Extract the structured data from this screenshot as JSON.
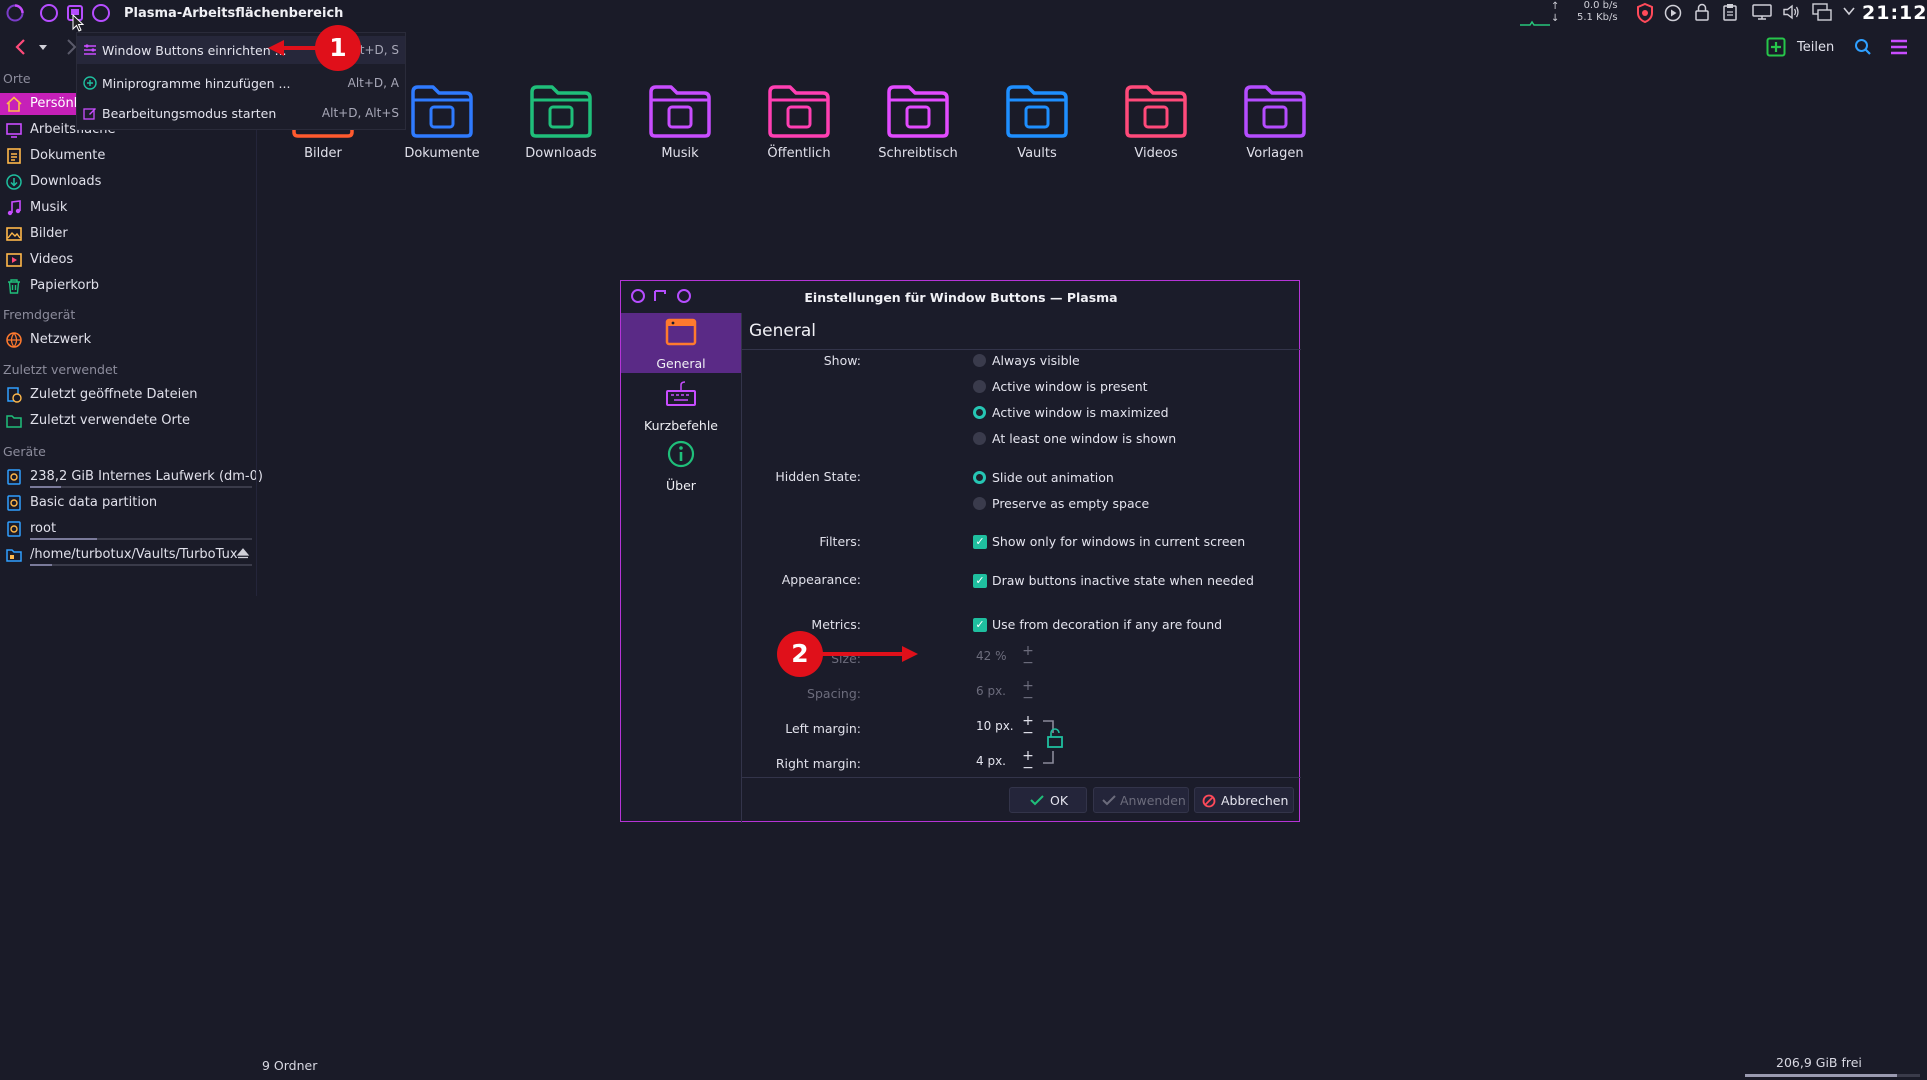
{
  "panel": {
    "title": "Plasma-Arbeitsflächenbereich",
    "net_up": "0.0 b/s",
    "net_down": "5.1 Kb/s",
    "clock": "21:12",
    "icons": [
      "plasma-logo-icon",
      "circle-button-icon",
      "window-button-icon",
      "circle-button-icon",
      "shield-icon",
      "play-icon",
      "lock-icon",
      "clipboard-icon",
      "display-icon",
      "volume-icon",
      "network-icon",
      "chevron-down-icon"
    ]
  },
  "toolbar": {
    "share_label": "Teilen",
    "icons": [
      "back-icon",
      "dropdown-icon",
      "forward-icon",
      "share-icon",
      "search-icon",
      "hamburger-menu-icon"
    ]
  },
  "context_menu": {
    "items": [
      {
        "label": "Window Buttons einrichten ...",
        "shortcut": "Alt+D, S",
        "icon": "configure-icon"
      },
      {
        "label": "Miniprogramme hinzufügen ...",
        "shortcut": "Alt+D, A",
        "icon": "add-widget-icon"
      },
      {
        "label": "Bearbeitungsmodus starten",
        "shortcut": "Alt+D, Alt+S",
        "icon": "edit-mode-icon"
      }
    ]
  },
  "sidebar": {
    "sections": {
      "places": "Orte",
      "remote": "Fremdgerät",
      "recent": "Zuletzt verwendet",
      "devices": "Geräte"
    },
    "places": [
      {
        "label": "Persönl",
        "icon": "home-icon",
        "active": true
      },
      {
        "label": "Arbeitsfläche",
        "icon": "desktop-icon"
      },
      {
        "label": "Dokumente",
        "icon": "documents-icon"
      },
      {
        "label": "Downloads",
        "icon": "downloads-icon"
      },
      {
        "label": "Musik",
        "icon": "music-icon"
      },
      {
        "label": "Bilder",
        "icon": "pictures-icon"
      },
      {
        "label": "Videos",
        "icon": "videos-icon"
      },
      {
        "label": "Papierkorb",
        "icon": "trash-icon"
      }
    ],
    "remote": [
      {
        "label": "Netzwerk",
        "icon": "network-icon"
      }
    ],
    "recent": [
      {
        "label": "Zuletzt geöffnete Dateien",
        "icon": "recent-files-icon"
      },
      {
        "label": "Zuletzt verwendete Orte",
        "icon": "recent-places-icon"
      }
    ],
    "devices": [
      {
        "label": "238,2 GiB Internes Laufwerk (dm-0)",
        "icon": "drive-icon",
        "usage": 0.14
      },
      {
        "label": "Basic data partition",
        "icon": "drive-icon"
      },
      {
        "label": "root",
        "icon": "drive-icon",
        "usage": 0.3
      },
      {
        "label": "/home/turbotux/Vaults/TurboTux",
        "icon": "vault-icon",
        "usage": 0.1
      }
    ]
  },
  "folders": [
    {
      "label": "Bilder",
      "color": "#ff5a2e",
      "icon": "pictures-folder-icon"
    },
    {
      "label": "Dokumente",
      "color": "#2f7bff",
      "icon": "documents-folder-icon"
    },
    {
      "label": "Downloads",
      "color": "#1fbf7a",
      "icon": "downloads-folder-icon"
    },
    {
      "label": "Musik",
      "color": "#c84dff",
      "icon": "music-folder-icon"
    },
    {
      "label": "Öffentlich",
      "color": "#ff3fb2",
      "icon": "public-folder-icon"
    },
    {
      "label": "Schreibtisch",
      "color": "#e24bff",
      "icon": "desktop-folder-icon"
    },
    {
      "label": "Vaults",
      "color": "#1e8fff",
      "icon": "vaults-folder-icon"
    },
    {
      "label": "Videos",
      "color": "#ff4a7a",
      "icon": "videos-folder-icon"
    },
    {
      "label": "Vorlagen",
      "color": "#b54dff",
      "icon": "templates-folder-icon"
    }
  ],
  "dialog": {
    "title": "Einstellungen für Window Buttons — Plasma",
    "sidebar": [
      {
        "label": "General",
        "icon": "general-icon",
        "active": true
      },
      {
        "label": "Kurzbefehle",
        "icon": "keyboard-icon"
      },
      {
        "label": "Über",
        "icon": "info-icon"
      }
    ],
    "heading": "General",
    "show_label": "Show:",
    "show_options": [
      {
        "label": "Always visible",
        "checked": false
      },
      {
        "label": "Active window is present",
        "checked": false
      },
      {
        "label": "Active window is maximized",
        "checked": true
      },
      {
        "label": "At least one window is shown",
        "checked": false
      }
    ],
    "hidden_label": "Hidden State:",
    "hidden_options": [
      {
        "label": "Slide out animation",
        "checked": true
      },
      {
        "label": "Preserve as empty space",
        "checked": false
      }
    ],
    "filters_label": "Filters:",
    "filters_check": "Show only for windows in current screen",
    "appearance_label": "Appearance:",
    "appearance_check": "Draw buttons inactive state when needed",
    "metrics_label": "Metrics:",
    "metrics_check": "Use from decoration if any are found",
    "size_label": "Size:",
    "size_value": "42 %",
    "spacing_label": "Spacing:",
    "spacing_value": "6 px.",
    "left_margin_label": "Left margin:",
    "left_margin_value": "10 px.",
    "right_margin_label": "Right margin:",
    "right_margin_value": "4 px.",
    "ok_label": "OK",
    "apply_label": "Anwenden",
    "cancel_label": "Abbrechen"
  },
  "annotations": {
    "badge1": "1",
    "badge2": "2",
    "color": "#e0101a"
  },
  "status": {
    "left": "9 Ordner",
    "right": "206,9 GiB frei",
    "free_fraction": 0.87
  },
  "colors": {
    "background": "#1a1b28",
    "accent_magenta": "#b534d6",
    "accent_teal": "#1fbf9f",
    "active_item": "#5a2a86"
  }
}
